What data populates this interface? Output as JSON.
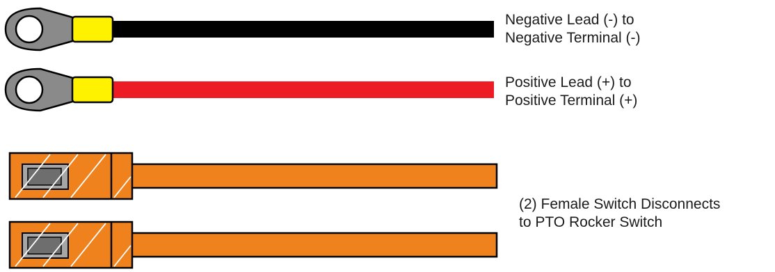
{
  "colors": {
    "black_wire": "#000000",
    "red_wire": "#ed1c24",
    "orange_wire": "#f0821e",
    "ring_metal": "#8a8a8a",
    "insulator_yellow": "#fff200",
    "outline": "#000000"
  },
  "icons": {
    "ring_terminal": "ring-terminal-icon",
    "female_disconnect": "female-disconnect-icon"
  },
  "leads": [
    {
      "wire_color": "black",
      "terminal": "ring",
      "label_line1": "Negative Lead (-) to",
      "label_line2": "Negative Terminal (-)"
    },
    {
      "wire_color": "red",
      "terminal": "ring",
      "label_line1": "Positive Lead (+) to",
      "label_line2": "Positive Terminal (+)"
    }
  ],
  "disconnects": {
    "count_label_line1": "(2) Female Switch Disconnects",
    "count_label_line2": "to PTO Rocker Switch",
    "wire_color": "orange",
    "terminal": "female-disconnect"
  }
}
